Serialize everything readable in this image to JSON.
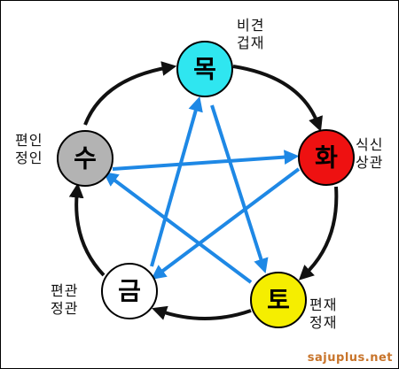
{
  "nodes": {
    "wood": {
      "label": "목",
      "color": "#2fe6f0"
    },
    "fire": {
      "label": "화",
      "color": "#ee1111"
    },
    "earth": {
      "label": "토",
      "color": "#f5ee00"
    },
    "metal": {
      "label": "금",
      "color": "#ffffff"
    },
    "water": {
      "label": "수",
      "color": "#b3b3b3"
    }
  },
  "side_labels": {
    "wood": {
      "line1": "비견",
      "line2": "겁재"
    },
    "fire": {
      "line1": "식신",
      "line2": "상관"
    },
    "earth": {
      "line1": "편재",
      "line2": "정재"
    },
    "metal": {
      "line1": "편관",
      "line2": "정관"
    },
    "water": {
      "line1": "편인",
      "line2": "정인"
    }
  },
  "colors": {
    "generating_cycle": "#111111",
    "controlling_cycle": "#1e88e5"
  },
  "watermark": "sajuplus.net"
}
